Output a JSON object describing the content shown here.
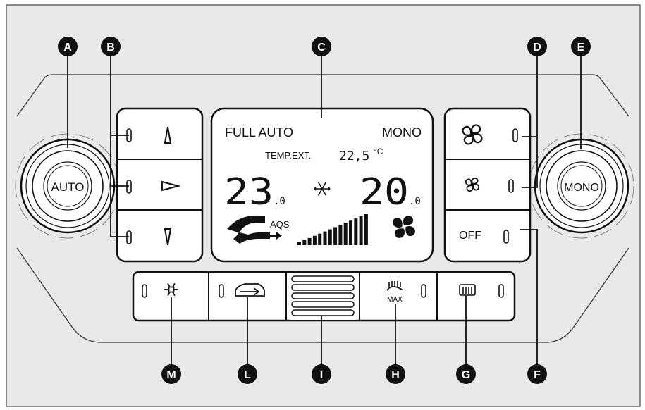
{
  "callouts": [
    {
      "id": "A",
      "letter": "A"
    },
    {
      "id": "B",
      "letter": "B"
    },
    {
      "id": "C",
      "letter": "C"
    },
    {
      "id": "D",
      "letter": "D"
    },
    {
      "id": "E",
      "letter": "E"
    },
    {
      "id": "F",
      "letter": "F"
    },
    {
      "id": "G",
      "letter": "G"
    },
    {
      "id": "H",
      "letter": "H"
    },
    {
      "id": "I",
      "letter": "I"
    },
    {
      "id": "L",
      "letter": "L"
    },
    {
      "id": "M",
      "letter": "M"
    }
  ],
  "knobs": {
    "left_label": "AUTO",
    "right_label": "MONO"
  },
  "display": {
    "mode_left": "FULL AUTO",
    "mode_right": "MONO",
    "ext_temp_label": "TEMP.EXT.",
    "ext_temp_value": "22,5",
    "ext_temp_unit": "°C",
    "temp_left": "23",
    "temp_left_decimal": ".0",
    "temp_right": "20",
    "temp_right_decimal": ".0",
    "aqs_label": "AQS",
    "fan_bars_lit": 14
  },
  "left_buttons": [
    {
      "icon": "temp-up-triangle-icon"
    },
    {
      "icon": "airflow-direction-icon"
    },
    {
      "icon": "temp-down-triangle-icon"
    }
  ],
  "right_buttons": [
    {
      "icon": "fan-high-icon"
    },
    {
      "icon": "fan-low-icon"
    },
    {
      "label": "OFF"
    }
  ],
  "bottom_buttons": [
    {
      "icon": "compressor-snowflake-icon"
    },
    {
      "icon": "recirculation-car-icon"
    },
    {
      "icon": "sun-sensor-grille-icon"
    },
    {
      "icon": "windscreen-defrost-max-icon",
      "label": "MAX"
    },
    {
      "icon": "rear-window-heater-icon"
    }
  ]
}
